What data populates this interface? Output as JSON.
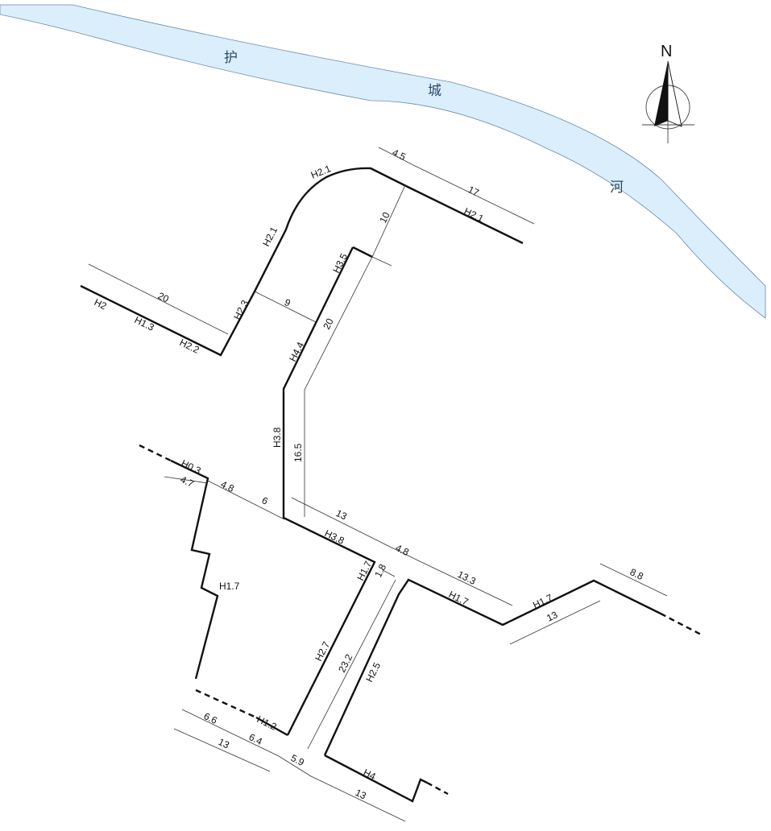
{
  "river": {
    "chars": [
      "护",
      "城",
      "河"
    ],
    "fill": "#dbeefb",
    "stroke": "#6a8aa8"
  },
  "north": {
    "label": "N"
  },
  "labels": {
    "dim_4_5": "4.5",
    "dim_17": "17",
    "h2_1_arc": "H2.1",
    "h2_1_right": "H2.1",
    "h2_1_left": "H2.1",
    "dim_10": "10",
    "h3_5": "H3.5",
    "dim_20_left": "20",
    "h2": "H2",
    "h1_3": "H1.3",
    "h2_2": "H2.2",
    "h2_3": "H2.3",
    "dim_9": "9",
    "dim_20_mid": "20",
    "h4_4": "H4.4",
    "h3_8_v": "H3.8",
    "dim_16_5": "16.5",
    "h0_3": "H0.3",
    "dim_4_7": "4.7",
    "dim_4_8_left": "4.8",
    "dim_6": "6",
    "dim_13_mid": "13",
    "h3_8_diag": "H3.8",
    "dim_4_8_right": "4.8",
    "h1_7_inner": "H1.7",
    "dim_1_8": "1.8",
    "h1_7_mid": "H1.7",
    "dim_13_3": "13.3",
    "h1_7_right1": "H1.7",
    "h1_7_right2": "H1.7",
    "dim_13_right": "13",
    "dim_8_8": "8.8",
    "h2_7": "H2.7",
    "dim_23_2": "23.2",
    "h2_5": "H2.5",
    "h1_2": "H1.2",
    "dim_6_6": "6.6",
    "dim_6_4": "6.4",
    "dim_13_bl": "13",
    "dim_5_9": "5.9",
    "h4": "H4",
    "dim_13_br": "13"
  }
}
